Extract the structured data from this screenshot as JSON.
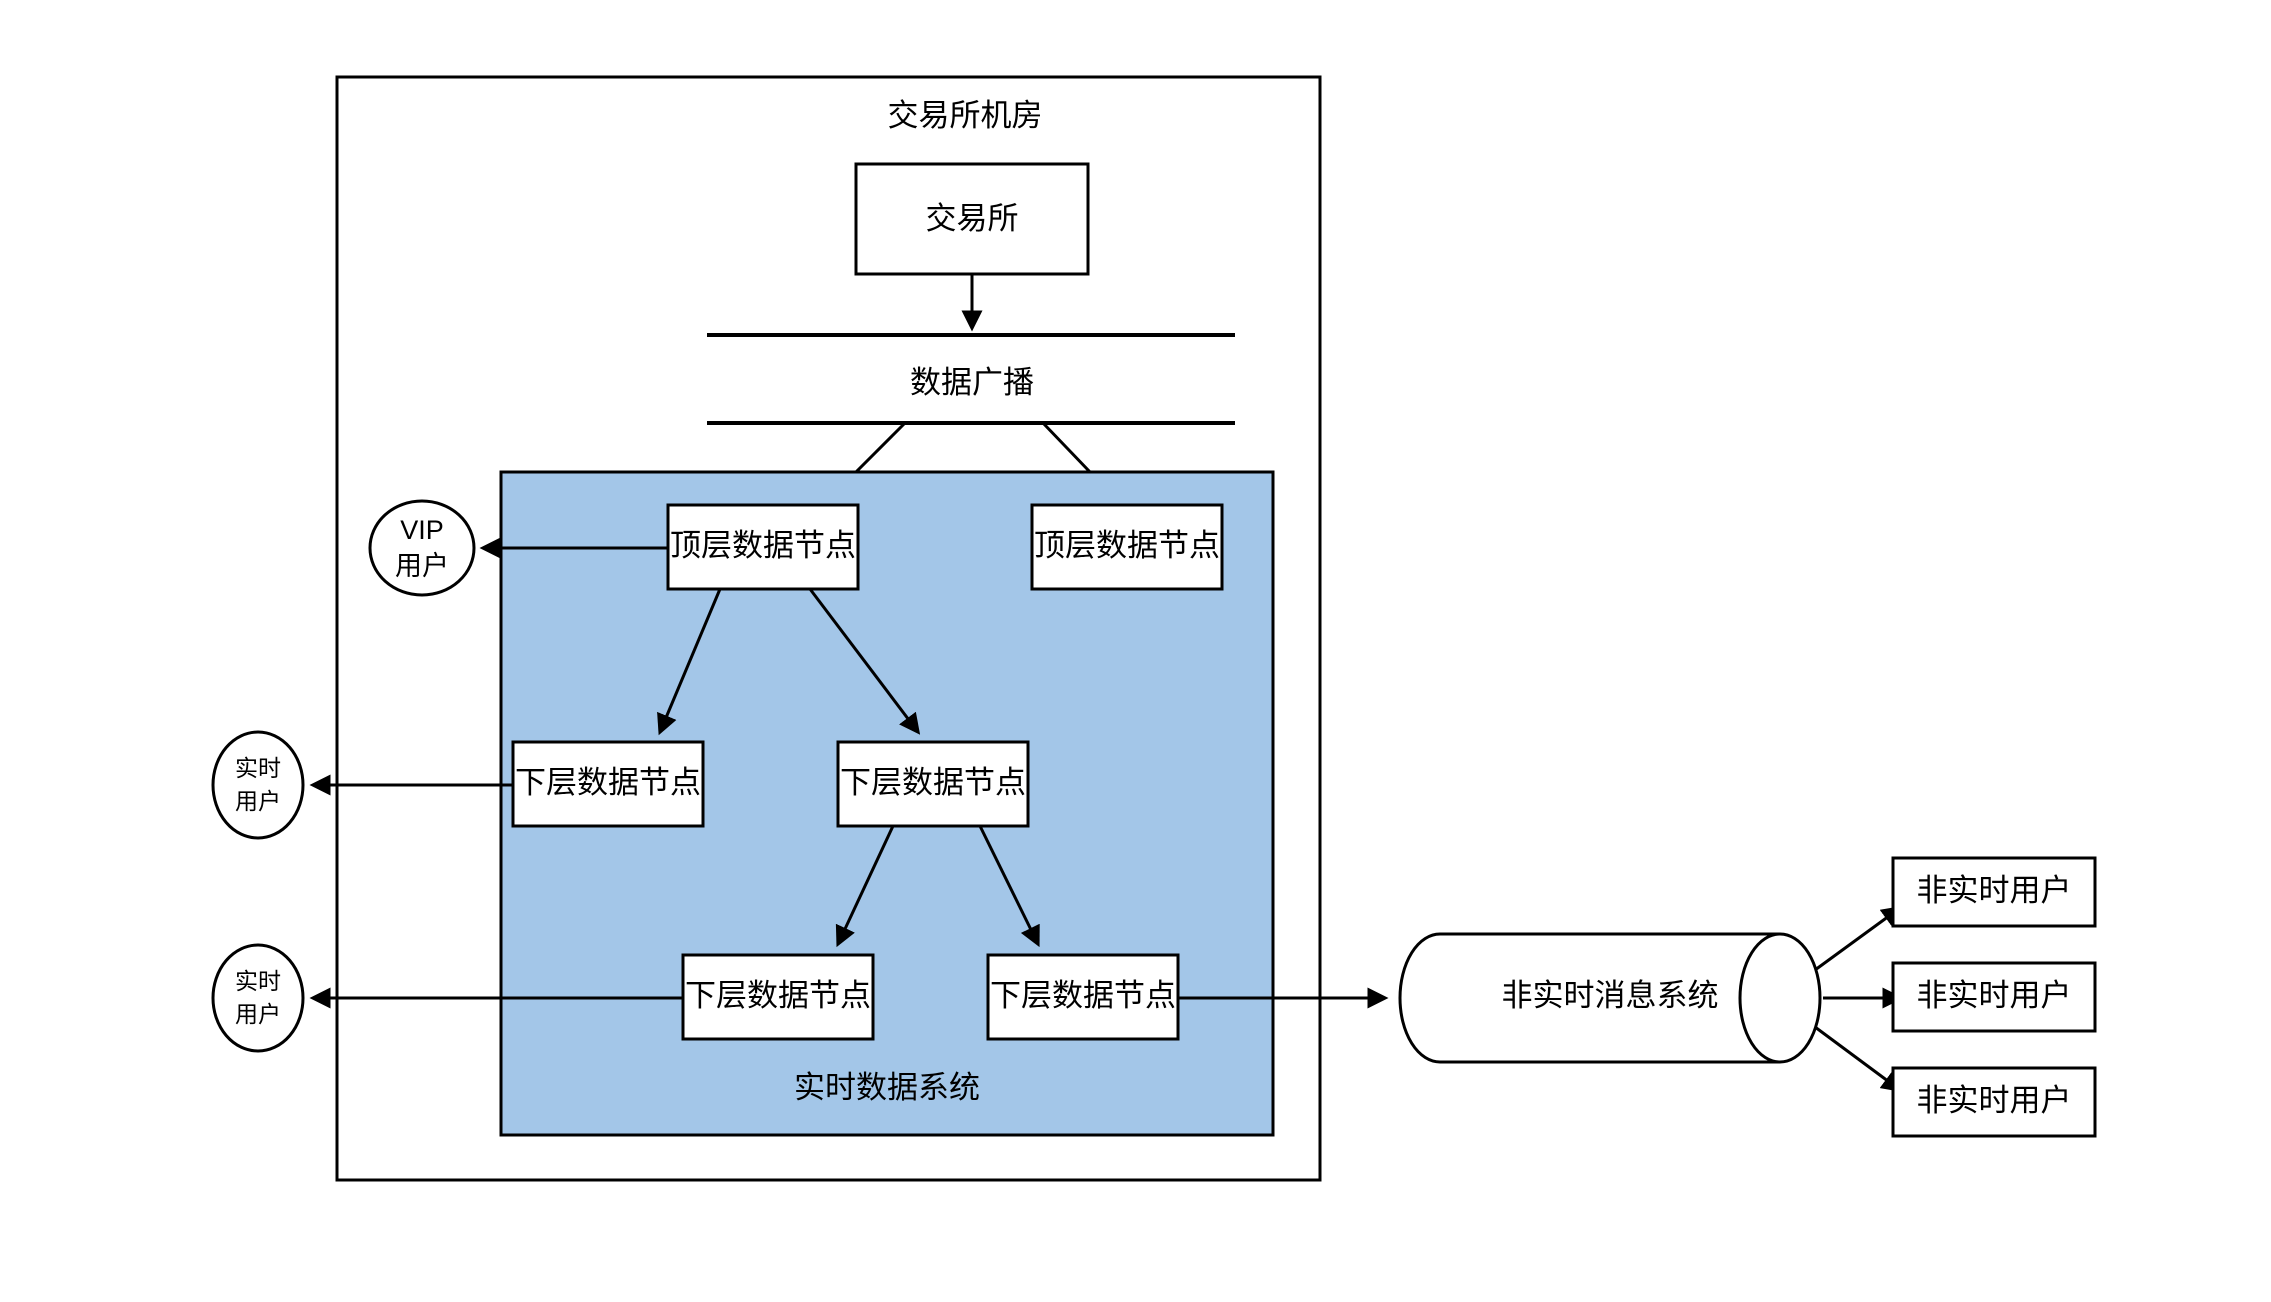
{
  "diagram": {
    "type": "architecture-flow-diagram",
    "background_color": "#ffffff",
    "line_color": "#000000",
    "group_fill_color": "#a3c6e8"
  },
  "groups": {
    "datacenter": {
      "label": "交易所机房"
    },
    "realtime_system": {
      "label": "实时数据系统",
      "fill": "#a3c6e8"
    }
  },
  "nodes": {
    "exchange": {
      "label": "交易所"
    },
    "broadcast": {
      "label": "数据广播"
    },
    "top_node_left": {
      "label": "顶层数据节点"
    },
    "top_node_right": {
      "label": "顶层数据节点"
    },
    "mid_node_left": {
      "label": "下层数据节点"
    },
    "mid_node_right": {
      "label": "下层数据节点"
    },
    "low_node_left": {
      "label": "下层数据节点"
    },
    "low_node_right": {
      "label": "下层数据节点"
    },
    "message_system": {
      "label": "非实时消息系统"
    }
  },
  "actors": {
    "vip_user": {
      "line1": "VIP",
      "line2": "用户"
    },
    "realtime_user_1": {
      "line1": "实时",
      "line2": "用户"
    },
    "realtime_user_2": {
      "line1": "实时",
      "line2": "用户"
    },
    "nonrealtime_users": [
      {
        "label": "非实时用户"
      },
      {
        "label": "非实时用户"
      },
      {
        "label": "非实时用户"
      }
    ]
  }
}
